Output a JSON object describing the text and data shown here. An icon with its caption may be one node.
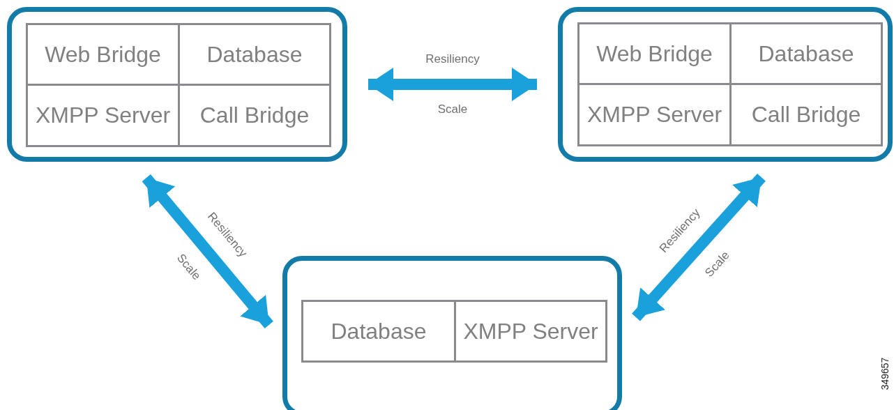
{
  "diagram": {
    "nodes": [
      {
        "text": [],
        "shape": "box"
      },
      {
        "text": [
          "Web Bridge"
        ],
        "in": 0
      },
      {
        "text": [
          "Database"
        ],
        "in": 0
      },
      {
        "text": [
          "XMPP Server"
        ],
        "in": 0
      },
      {
        "text": [
          "Call Bridge"
        ],
        "in": 0
      },
      {
        "text": [],
        "shape": "box"
      },
      {
        "text": [
          "Web Bridge"
        ],
        "in": 5
      },
      {
        "text": [
          "Database"
        ],
        "in": 5
      },
      {
        "text": [
          "XMPP Server"
        ],
        "in": 5
      },
      {
        "text": [
          "Call Bridge"
        ],
        "in": 5
      },
      {
        "text": [],
        "shape": "box"
      },
      {
        "text": [
          "Database"
        ],
        "in": 10
      },
      {
        "text": [
          "XMPP Server"
        ],
        "in": 10
      }
    ],
    "edges": [
      {
        "from": 0,
        "to": 5,
        "arrow": "both",
        "label": "Resiliency Scale"
      },
      {
        "from": 0,
        "to": 10,
        "arrow": "both",
        "label": "Resiliency Scale"
      },
      {
        "from": 5,
        "to": 10,
        "arrow": "both",
        "label": "Resiliency Scale"
      }
    ],
    "labels": [
      "349657"
    ]
  }
}
